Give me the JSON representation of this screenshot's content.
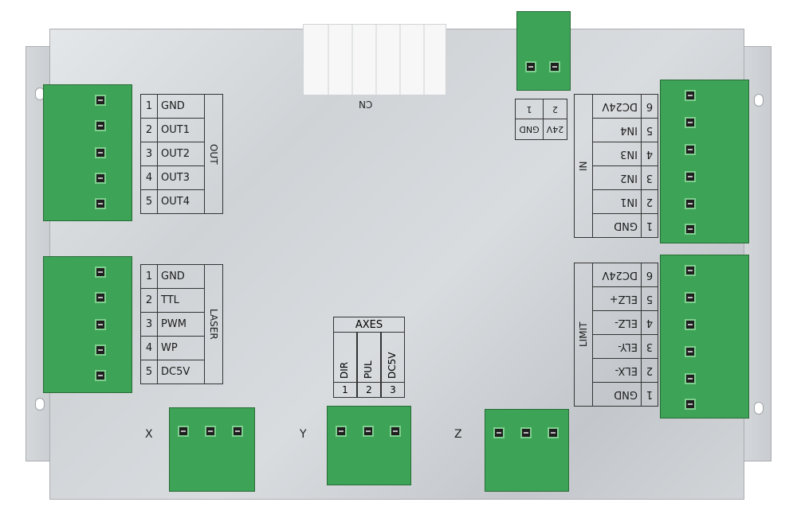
{
  "connectors": {
    "cn_label": "CN",
    "power": {
      "rows": [
        {
          "num": "2",
          "label": "24V"
        },
        {
          "num": "1",
          "label": "GND"
        }
      ]
    },
    "out": {
      "title": "OUT",
      "rows": [
        {
          "num": "1",
          "label": "GND"
        },
        {
          "num": "2",
          "label": "OUT1"
        },
        {
          "num": "3",
          "label": "OUT2"
        },
        {
          "num": "4",
          "label": "OUT3"
        },
        {
          "num": "5",
          "label": "OUT4"
        }
      ]
    },
    "laser": {
      "title": "LASER",
      "rows": [
        {
          "num": "1",
          "label": "GND"
        },
        {
          "num": "2",
          "label": "TTL"
        },
        {
          "num": "3",
          "label": "PWM"
        },
        {
          "num": "4",
          "label": "WP"
        },
        {
          "num": "5",
          "label": "DC5V"
        }
      ]
    },
    "in": {
      "title": "IN",
      "rows": [
        {
          "num": "6",
          "label": "DC24V"
        },
        {
          "num": "5",
          "label": "IN4"
        },
        {
          "num": "4",
          "label": "IN3"
        },
        {
          "num": "3",
          "label": "IN2"
        },
        {
          "num": "2",
          "label": "IN1"
        },
        {
          "num": "1",
          "label": "GND"
        }
      ]
    },
    "limit": {
      "title": "LIMIT",
      "rows": [
        {
          "num": "6",
          "label": "DC24V"
        },
        {
          "num": "5",
          "label": "ELZ+"
        },
        {
          "num": "4",
          "label": "ELZ-"
        },
        {
          "num": "3",
          "label": "ELY-"
        },
        {
          "num": "2",
          "label": "ELX-"
        },
        {
          "num": "1",
          "label": "GND"
        }
      ]
    },
    "axes": {
      "title": "AXES",
      "cols": [
        {
          "label": "DIR",
          "num": "1"
        },
        {
          "label": "PUL",
          "num": "2"
        },
        {
          "label": "DC5V",
          "num": "3"
        }
      ]
    },
    "axis_labels": {
      "x": "X",
      "y": "Y",
      "z": "Z"
    }
  },
  "colors": {
    "terminal_green": "#3da356",
    "plate": "#d2d5d8"
  }
}
